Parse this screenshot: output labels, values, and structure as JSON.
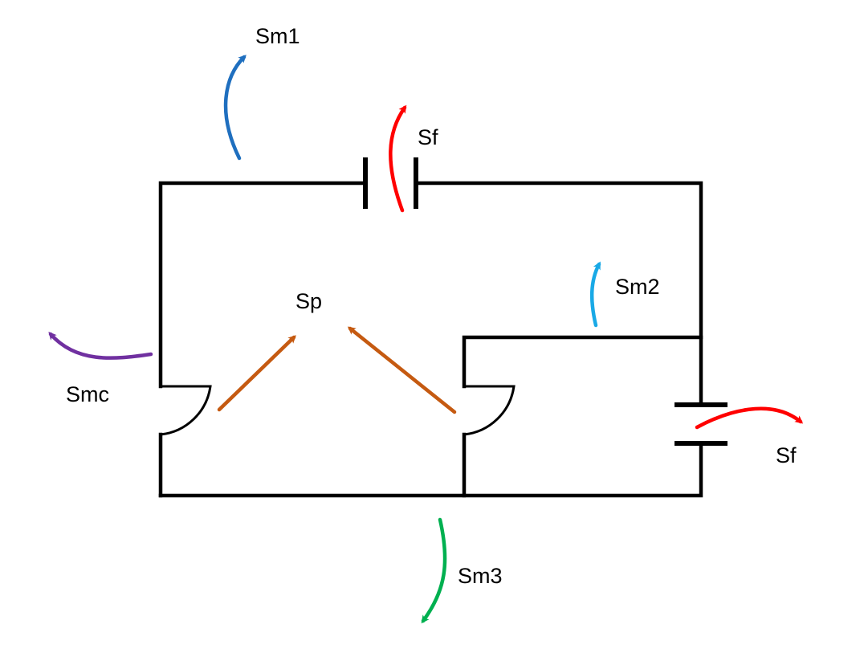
{
  "labels": {
    "sm1": "Sm1",
    "sf_top": "Sf",
    "sm2": "Sm2",
    "sp": "Sp",
    "smc": "Smc",
    "sf_right": "Sf",
    "sm3": "Sm3"
  },
  "colors": {
    "wire": "#000000",
    "sm1": "#1f6fbf",
    "sf": "#ff0000",
    "sm2": "#19a9e6",
    "sp": "#c55a11",
    "smc": "#7030a0",
    "sm3": "#00b050"
  }
}
